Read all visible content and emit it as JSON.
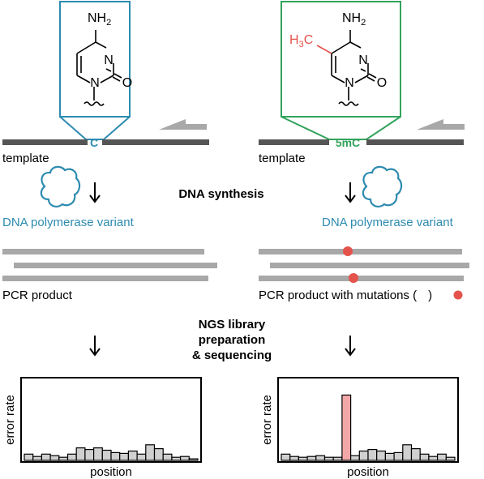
{
  "colors": {
    "blue": "#2d8bb0",
    "green": "#33a35c",
    "red": "#e4534c",
    "gray_dark": "#555555",
    "gray_light": "#a8a8a8",
    "pink": "#f3a7a7"
  },
  "left": {
    "structure": {
      "amine": "NH",
      "amine_sub": "2",
      "ring_n1": "N",
      "ring_n3": "N",
      "carbonyl_o": "O"
    },
    "base_label": "C",
    "template_label": "template",
    "enzyme_label": "DNA polymerase variant",
    "product_label": "PCR product",
    "chart": {
      "ylabel": "error rate",
      "xlabel": "position"
    }
  },
  "right": {
    "structure": {
      "amine": "NH",
      "amine_sub": "2",
      "methyl": "H",
      "methyl_sub": "3",
      "methyl_c": "C",
      "ring_n1": "N",
      "ring_n3": "N",
      "carbonyl_o": "O"
    },
    "base_label": "5mC",
    "template_label": "template",
    "enzyme_label": "DNA polymerase variant",
    "product_label": "PCR product with mutations (",
    "product_label_close": ")",
    "chart": {
      "ylabel": "error rate",
      "xlabel": "position"
    }
  },
  "center": {
    "step1": "DNA synthesis",
    "step2_line1": "NGS library",
    "step2_line2": "preparation",
    "step2_line3": "& sequencing"
  },
  "chart_data": [
    {
      "type": "bar",
      "xlabel": "position",
      "ylabel": "error rate",
      "ylim": [
        0,
        1
      ],
      "values": [
        0.08,
        0.05,
        0.08,
        0.06,
        0.04,
        0.08,
        0.16,
        0.14,
        0.16,
        0.13,
        0.1,
        0.09,
        0.12,
        0.08,
        0.2,
        0.15,
        0.08,
        0.04,
        0.05,
        0.02
      ],
      "highlight": []
    },
    {
      "type": "bar",
      "xlabel": "position",
      "ylabel": "error rate",
      "ylim": [
        0,
        1
      ],
      "values": [
        0.08,
        0.05,
        0.04,
        0.05,
        0.06,
        0.04,
        0.04,
        0.84,
        0.06,
        0.12,
        0.14,
        0.12,
        0.09,
        0.1,
        0.2,
        0.15,
        0.08,
        0.05,
        0.08,
        0.04
      ],
      "highlight": [
        7
      ]
    }
  ]
}
